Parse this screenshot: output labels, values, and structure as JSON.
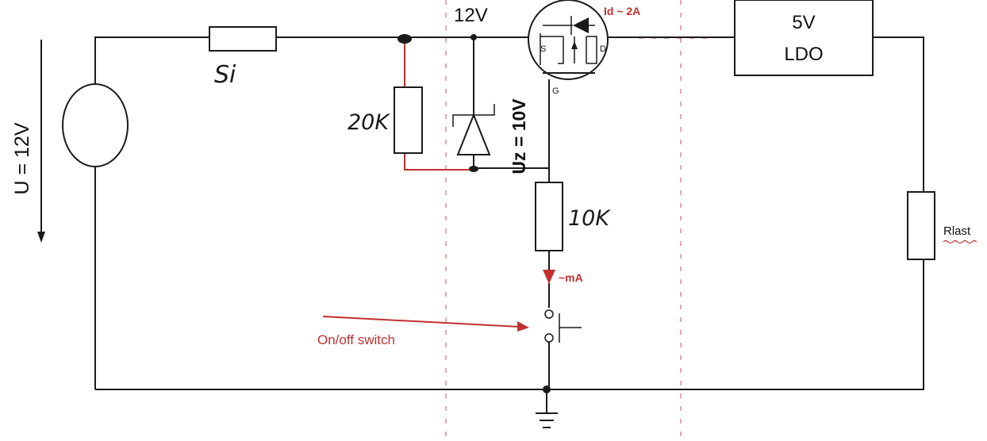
{
  "labels": {
    "supply_voltage": "U = 12V",
    "fuse": "Si",
    "node_voltage": "12V",
    "drain_current": "Id ~ 2A",
    "mosfet_source": "S",
    "mosfet_drain": "D",
    "mosfet_gate": "G",
    "ldo_line1": "5V",
    "ldo_line2": "LDO",
    "resistor_top": "20K",
    "zener_voltage": "Uz = 10V",
    "resistor_bottom": "10K",
    "switch_current": "~mA",
    "switch_label": "On/off switch",
    "load_resistor": "Rlast"
  },
  "colors": {
    "wire": "#1a1a1a",
    "annotation": "#c0302f"
  }
}
